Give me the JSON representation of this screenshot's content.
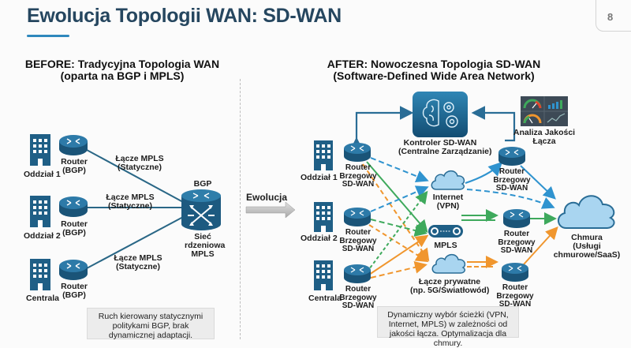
{
  "header": {
    "title": "Ewolucja Topologii WAN: SD-WAN",
    "page_number": "8"
  },
  "before": {
    "title_line1": "BEFORE: Tradycyjna Topologia WAN",
    "title_line2": "(oparta na BGP i MPLS)",
    "sites": [
      {
        "name": "Oddział 1",
        "router_line1": "Router",
        "router_line2": "(BGP)"
      },
      {
        "name": "Oddział 2",
        "router_line1": "Router",
        "router_line2": "(BGP)"
      },
      {
        "name": "Centrala",
        "router_line1": "Router",
        "router_line2": "(BGP)"
      }
    ],
    "links": [
      {
        "line1": "Łącze MPLS",
        "line2": "(Statyczne)"
      },
      {
        "line1": "Łącze MPLS",
        "line2": "(Statyczne)"
      },
      {
        "line1": "Łącze MPLS",
        "line2": "(Statyczne)"
      }
    ],
    "core": {
      "top_label": "BGP",
      "line1": "Sieć",
      "line2": "rdzeniowa",
      "line3": "MPLS"
    },
    "note": "Ruch kierowany statycznymi politykami BGP, brak dynamicznej adaptacji."
  },
  "evolution_label": "Ewolucja",
  "after": {
    "title_line1": "AFTER: Nowoczesna Topologia SD-WAN",
    "title_line2": "(Software-Defined Wide Area Network)",
    "controller": {
      "line1": "Kontroler SD-WAN",
      "line2": "(Centralne Zarządzanie)"
    },
    "analytics": {
      "line1": "Analiza Jakości",
      "line2": "Łącza"
    },
    "sites": [
      {
        "name": "Oddział 1"
      },
      {
        "name": "Oddział 2"
      },
      {
        "name": "Centrala"
      }
    ],
    "edge_router": {
      "line1": "Router",
      "line2": "Brzegowy",
      "line3": "SD-WAN"
    },
    "transports": [
      {
        "line1": "Internet",
        "line2": "(VPN)",
        "color": "#2f93cf"
      },
      {
        "line1": "MPLS",
        "line2": "",
        "color": "#3ea95c"
      },
      {
        "line1": "Łącze prywatne",
        "line2": "(np. 5G/Światłowód)",
        "color": "#f0962e"
      }
    ],
    "cloud": {
      "line1": "Chmura",
      "line2": "(Usługi",
      "line3": "chmurowe/SaaS)"
    },
    "note": "Dynamiczny wybór ścieżki (VPN, Internet, MPLS) w zależności od jakości łącza. Optymalizacja dla chmury."
  },
  "colors": {
    "title": "#25465f",
    "accent": "#2f88bd",
    "router": "#1f5f86",
    "internet": "#2f93cf",
    "mpls": "#3ea95c",
    "private": "#f0962e"
  }
}
